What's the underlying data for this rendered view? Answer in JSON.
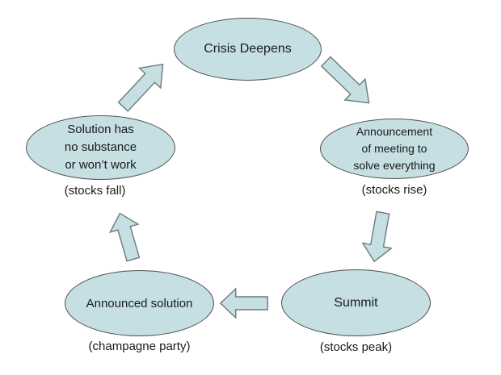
{
  "diagram": {
    "kind": "cycle-diagram",
    "description": "Crisis summit cycle"
  },
  "colors": {
    "bg": "#ffffff",
    "node_fill": "#c5dfe3",
    "node_border": "#4f4f4f",
    "arrow_fill": "#c5dfe3",
    "arrow_border": "#6b7b7e",
    "text": "#1a1a1a"
  },
  "nodes": [
    {
      "id": "crisis-deepens",
      "lines": [
        "Crisis Deepens"
      ],
      "caption": ""
    },
    {
      "id": "announcement",
      "lines": [
        "Announcement",
        "of meeting to",
        "solve everything"
      ],
      "caption": "(stocks rise)"
    },
    {
      "id": "summit",
      "lines": [
        "Summit"
      ],
      "caption": "(stocks peak)"
    },
    {
      "id": "announced-solution",
      "lines": [
        "Announced solution"
      ],
      "caption": "(champagne party)"
    },
    {
      "id": "solution-no-substance",
      "lines": [
        "Solution has",
        "no substance",
        "or won’t work"
      ],
      "caption": "(stocks fall)"
    }
  ],
  "arrows": [
    {
      "name": "arrow-crisis-to-announcement",
      "from": "crisis-deepens",
      "to": "announcement",
      "direction": "down-right"
    },
    {
      "name": "arrow-announcement-to-summit",
      "from": "announcement",
      "to": "summit",
      "direction": "down"
    },
    {
      "name": "arrow-summit-to-announced",
      "from": "summit",
      "to": "announced-solution",
      "direction": "left"
    },
    {
      "name": "arrow-announced-to-solution",
      "from": "announced-solution",
      "to": "solution-no-substance",
      "direction": "up"
    },
    {
      "name": "arrow-solution-to-crisis",
      "from": "solution-no-substance",
      "to": "crisis-deepens",
      "direction": "up-right"
    }
  ]
}
